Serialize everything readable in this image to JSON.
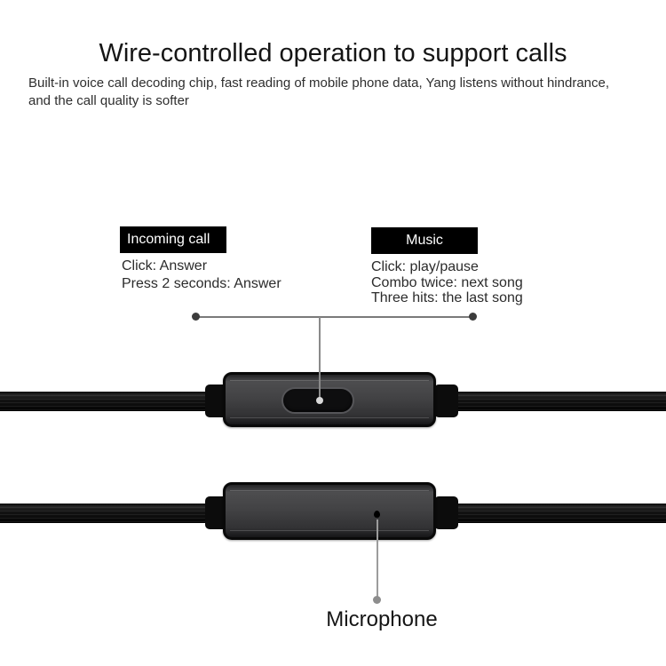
{
  "header": {
    "title": "Wire-controlled operation to support calls",
    "subtitle": "Built-in voice call decoding chip, fast reading of mobile phone data, Yang listens without hindrance, and the call quality is softer"
  },
  "callouts": {
    "incoming_call": {
      "label": "Incoming call",
      "lines": [
        "Click: Answer",
        "Press 2 seconds: Answer"
      ]
    },
    "music": {
      "label": "Music",
      "lines": [
        "Click: play/pause",
        "Combo twice: next song",
        "Three hits: the last song"
      ]
    },
    "microphone": {
      "label": "Microphone"
    }
  },
  "colors": {
    "background": "#ffffff",
    "label_box": "#000000",
    "label_text": "#ffffff",
    "heading_text": "#151515",
    "body_text": "#2b2b2b",
    "callout_line": "#7a7a7a",
    "callout_end_dot": "#3c3c3c",
    "button_target_dot": "#d9d9d9",
    "mic_line": "#9c9c9c",
    "remote_face": "#424244",
    "cable": "#101010"
  }
}
